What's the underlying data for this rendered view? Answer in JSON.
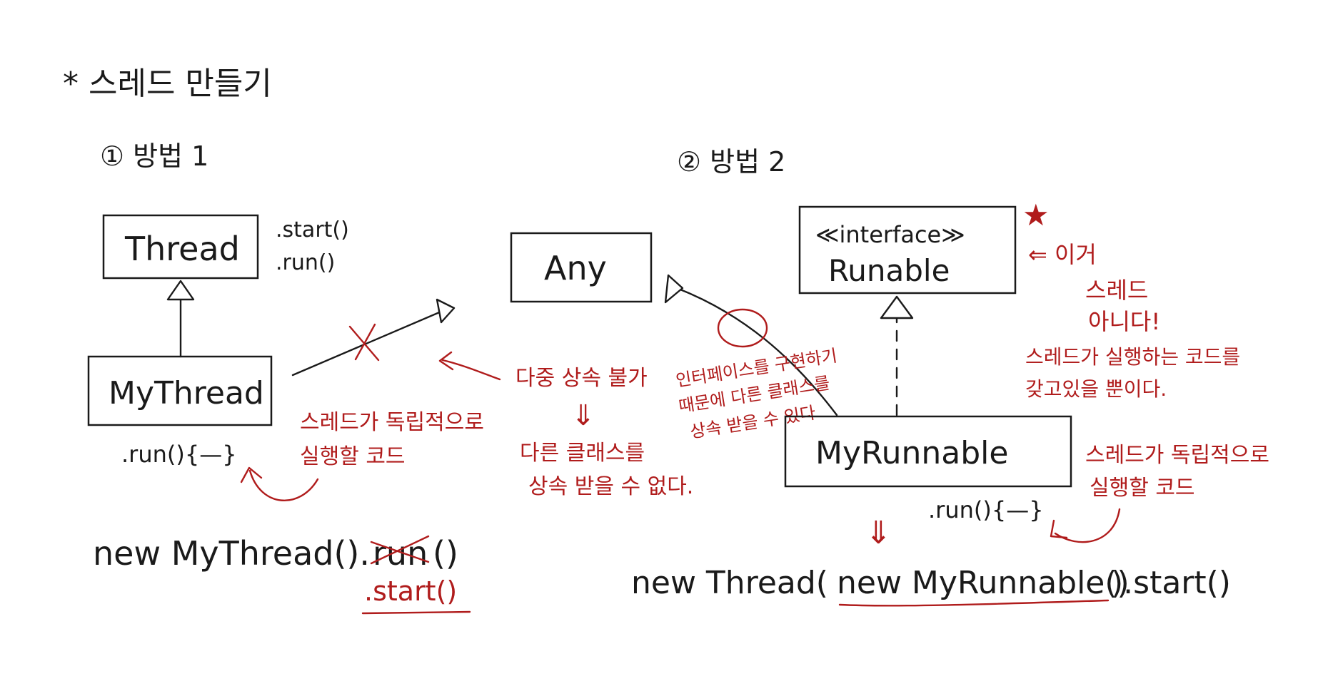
{
  "title": "* 스레드 만들기",
  "method1": {
    "heading": "① 방법 1",
    "thread_box": "Thread",
    "thread_methods": [
      ".start()",
      ".run()"
    ],
    "mythread_box": "MyThread",
    "run_def": ".run(){—}",
    "note": [
      "스레드가 독립적으로",
      "실행할 코드"
    ],
    "code_prefix": "new MyThread().",
    "code_crossed": "run",
    "code_suffix": "()",
    "code_fix": ".start()"
  },
  "middle": {
    "any_box": "Any",
    "note1": "다중 상속 불가",
    "arrow_down": "⇓",
    "note2": [
      "다른 클래스를",
      "상속 받을 수 없다."
    ],
    "iface_note": [
      "인터페이스를 구현하기",
      "때문에 다른 클래스를",
      "상속 받을 수 있다"
    ]
  },
  "method2": {
    "heading": "② 방법 2",
    "interface_stereotype": "≪interface≫",
    "runnable_box": "Runable",
    "star": "★",
    "not_thread_note": [
      "⇐ 이거",
      "스레드",
      "아니다!"
    ],
    "holds_code_note": [
      "스레드가 실행하는 코드를",
      "갖고있을 뿐이다."
    ],
    "myrunnable_box": "MyRunnable",
    "arrow_down": "⇓",
    "run_def": ".run(){—}",
    "note": [
      "스레드가 독립적으로",
      "실행할 코드"
    ],
    "code_prefix": "new Thread(",
    "code_underlined": "new MyRunnable()",
    "code_suffix": ").start()"
  }
}
